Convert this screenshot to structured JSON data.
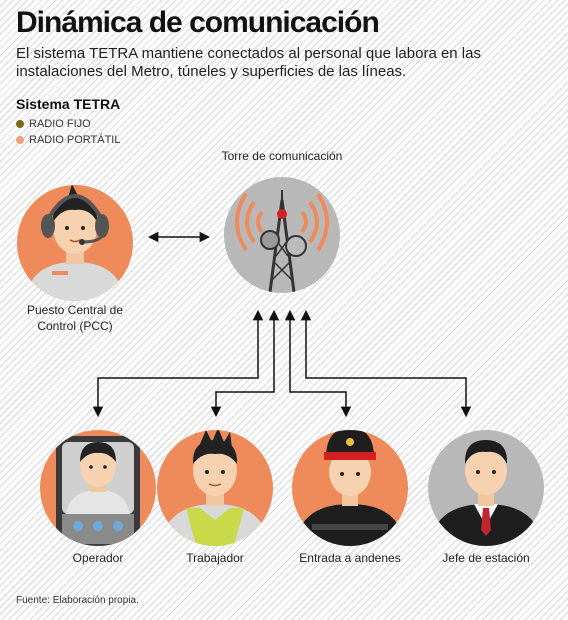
{
  "title": "Dinámica de comunicación",
  "subtitle": "El sistema TETRA mantiene conectados al personal que labora en las instalaciones del Metro, túneles y superficies de las líneas.",
  "legend": {
    "title": "Sistema TETRA",
    "items": [
      {
        "label": "RADIO FIJO",
        "color": "#7a6a1c"
      },
      {
        "label": "RADIO PORTÁTIL",
        "color": "#f0a07a"
      }
    ]
  },
  "nodes": {
    "tower": {
      "label": "Torre de comunicación"
    },
    "pcc": {
      "label": "Puesto Central de Control (PCC)"
    },
    "operador": {
      "label": "Operador"
    },
    "trabajador": {
      "label": "Trabajador"
    },
    "andenes": {
      "label": "Entrada a andenes"
    },
    "jefe": {
      "label": "Jefe de estación"
    }
  },
  "colors": {
    "orange": "#ef8a5a",
    "gray": "#b8b8b8",
    "green": "#7a6a1c"
  },
  "footer": "Fuente: Elaboración propia."
}
